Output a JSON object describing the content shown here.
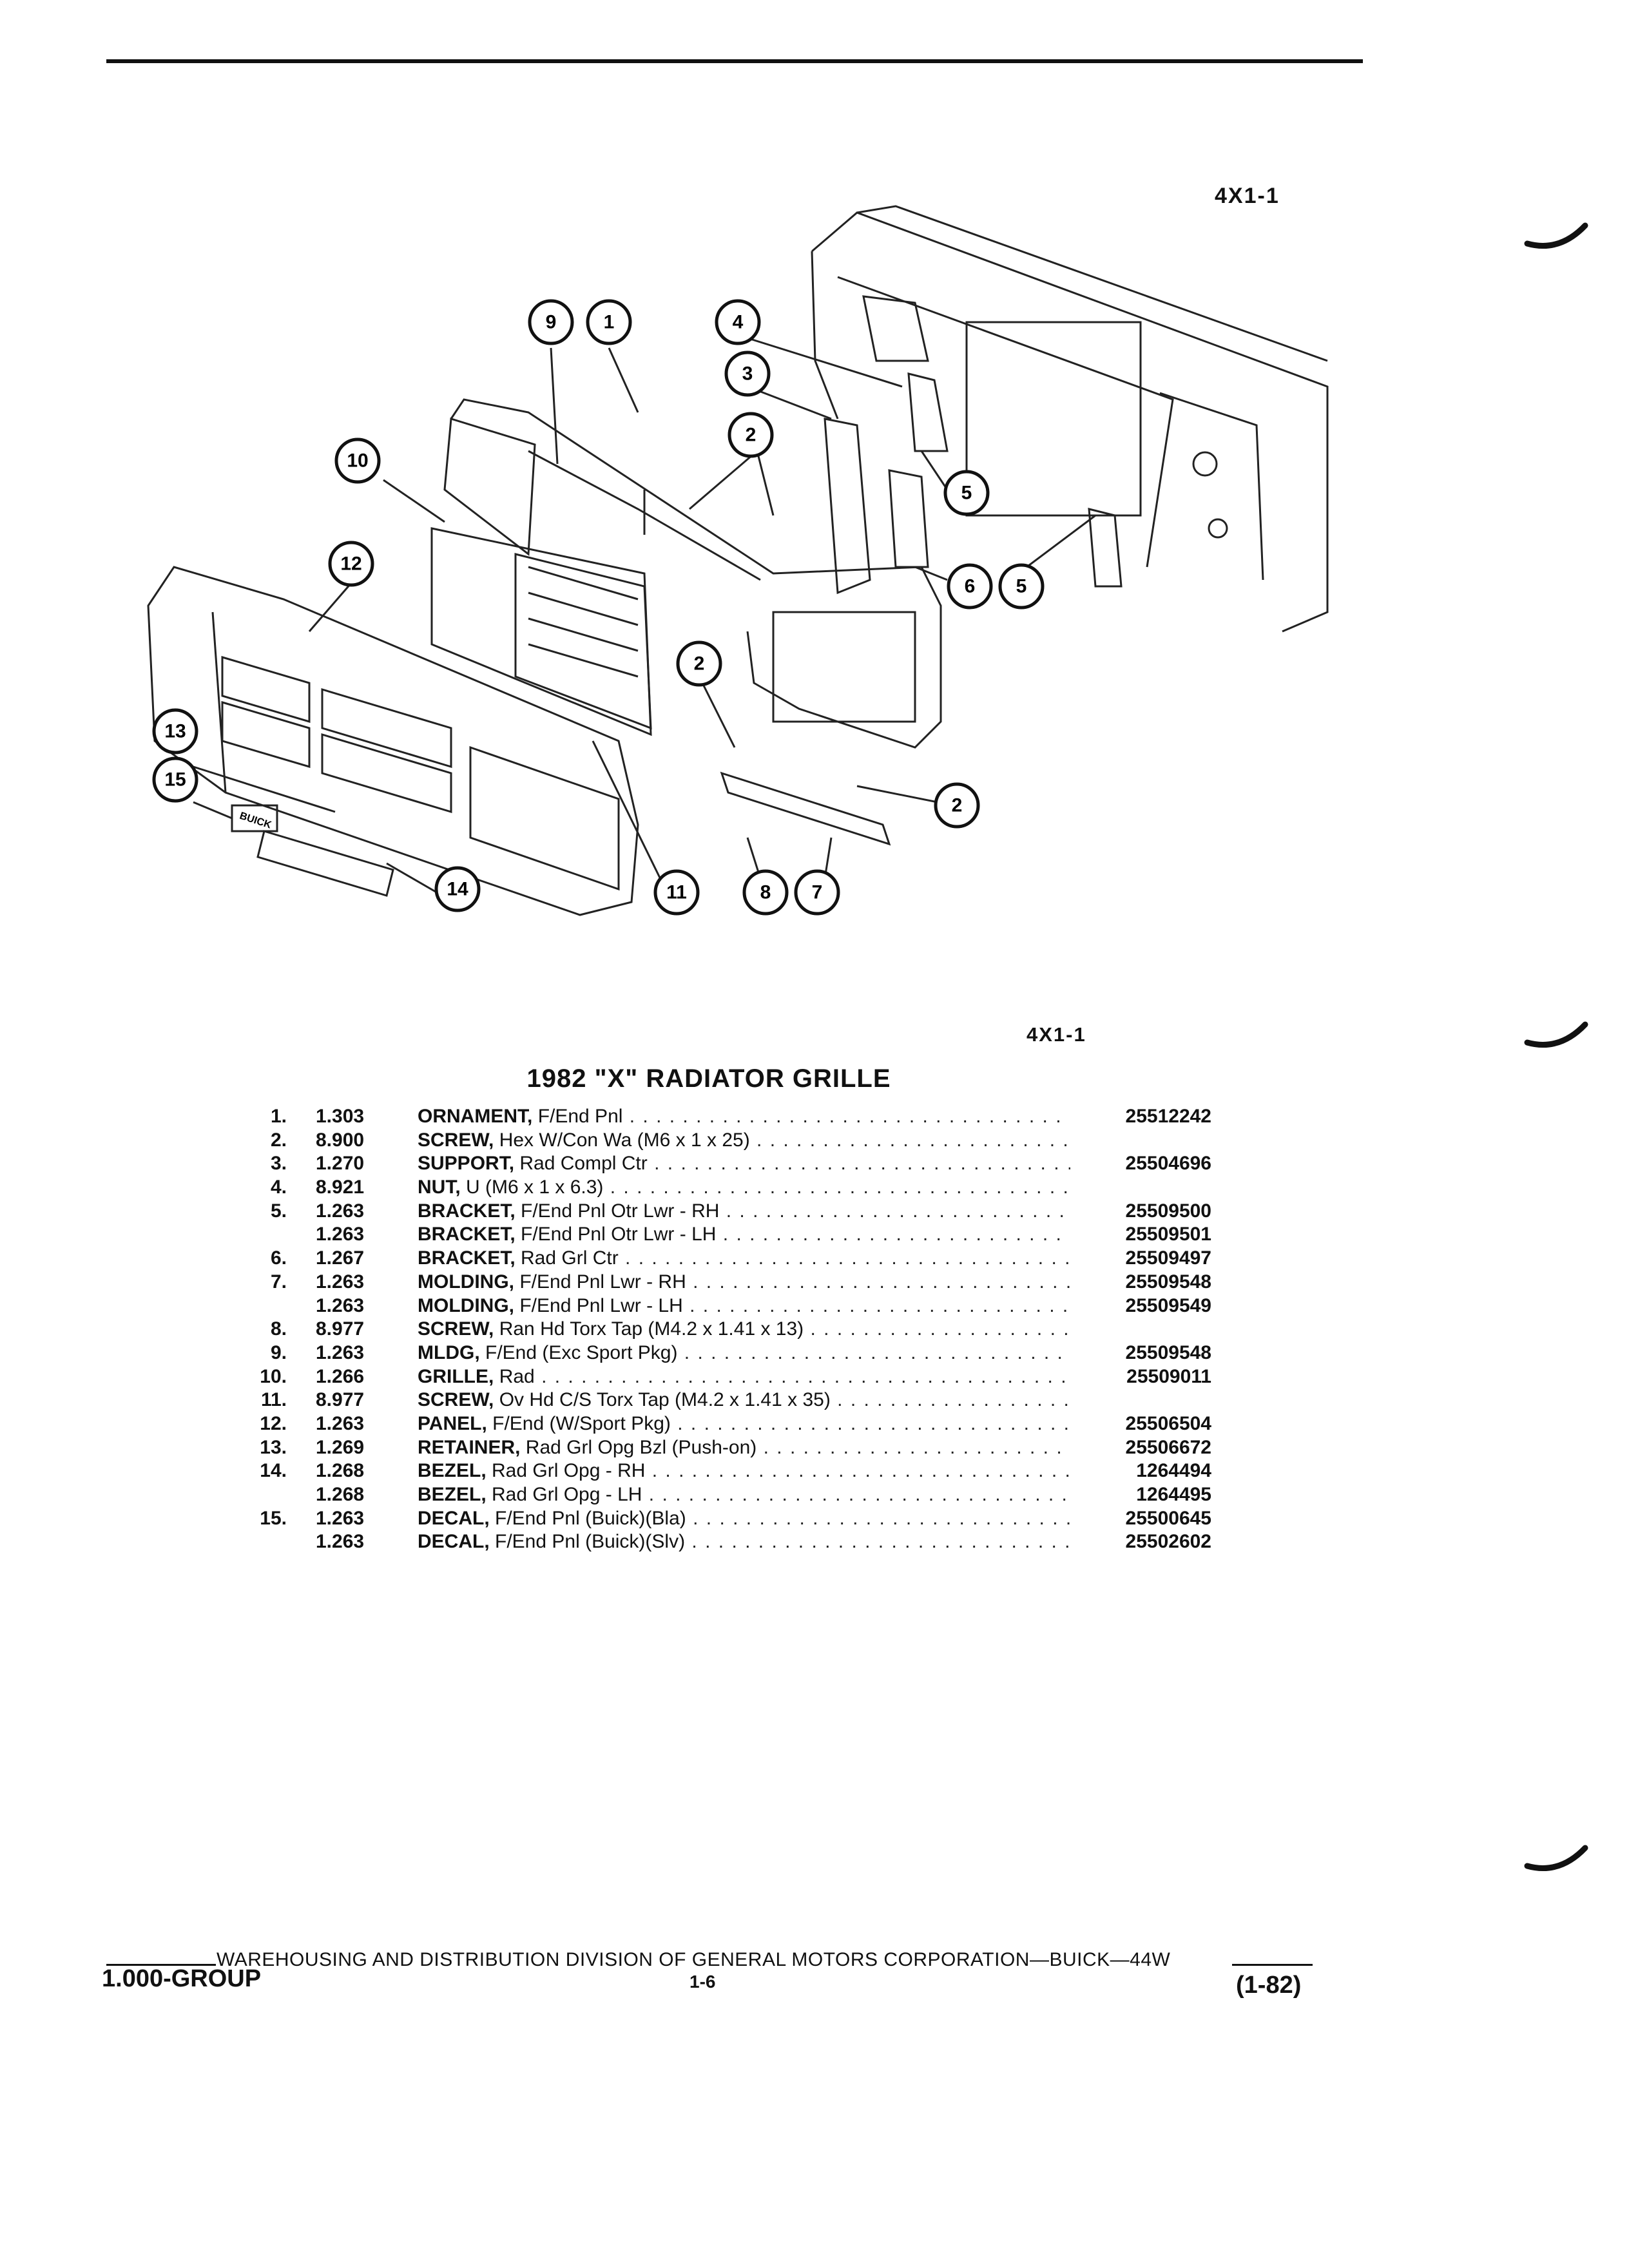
{
  "figure_ref_top": "4X1-1",
  "figure_ref_bottom": "4X1-1",
  "title": "1982 \"X\" RADIATOR GRILLE",
  "callouts": [
    "9",
    "1",
    "10",
    "12",
    "4",
    "3",
    "2",
    "5",
    "6",
    "13",
    "15",
    "14",
    "11",
    "8",
    "7"
  ],
  "emblem_text": "BUICK",
  "parts": [
    {
      "no": "1.",
      "group": "1.303",
      "name": "ORNAMENT,",
      "desc": "F/End Pnl",
      "part": "25512242"
    },
    {
      "no": "2.",
      "group": "8.900",
      "name": "SCREW,",
      "desc": "Hex W/Con Wa (M6 x 1 x 25)",
      "part": ""
    },
    {
      "no": "3.",
      "group": "1.270",
      "name": "SUPPORT,",
      "desc": "Rad Compl Ctr",
      "part": "25504696"
    },
    {
      "no": "4.",
      "group": "8.921",
      "name": "NUT,",
      "desc": "U (M6 x 1 x 6.3)",
      "part": ""
    },
    {
      "no": "5.",
      "group": "1.263",
      "name": "BRACKET,",
      "desc": "F/End Pnl Otr Lwr - RH",
      "part": "25509500"
    },
    {
      "no": "",
      "group": "1.263",
      "name": "BRACKET,",
      "desc": "F/End Pnl Otr Lwr - LH",
      "part": "25509501"
    },
    {
      "no": "6.",
      "group": "1.267",
      "name": "BRACKET,",
      "desc": "Rad Grl Ctr",
      "part": "25509497"
    },
    {
      "no": "7.",
      "group": "1.263",
      "name": "MOLDING,",
      "desc": "F/End Pnl Lwr - RH",
      "part": "25509548"
    },
    {
      "no": "",
      "group": "1.263",
      "name": "MOLDING,",
      "desc": "F/End Pnl Lwr - LH",
      "part": "25509549"
    },
    {
      "no": "8.",
      "group": "8.977",
      "name": "SCREW,",
      "desc": "Ran Hd Torx Tap (M4.2 x 1.41 x 13)",
      "part": ""
    },
    {
      "no": "9.",
      "group": "1.263",
      "name": "MLDG,",
      "desc": "F/End (Exc Sport Pkg)",
      "part": "25509548"
    },
    {
      "no": "10.",
      "group": "1.266",
      "name": "GRILLE,",
      "desc": "Rad",
      "part": "25509011"
    },
    {
      "no": "11.",
      "group": "8.977",
      "name": "SCREW,",
      "desc": "Ov Hd C/S Torx Tap (M4.2 x 1.41 x 35)",
      "part": ""
    },
    {
      "no": "12.",
      "group": "1.263",
      "name": "PANEL,",
      "desc": "F/End (W/Sport Pkg)",
      "part": "25506504"
    },
    {
      "no": "13.",
      "group": "1.269",
      "name": "RETAINER,",
      "desc": "Rad Grl Opg Bzl (Push-on)",
      "part": "25506672"
    },
    {
      "no": "14.",
      "group": "1.268",
      "name": "BEZEL,",
      "desc": "Rad Grl Opg - RH",
      "part": "1264494"
    },
    {
      "no": "",
      "group": "1.268",
      "name": "BEZEL,",
      "desc": "Rad Grl Opg - LH",
      "part": "1264495"
    },
    {
      "no": "15.",
      "group": "1.263",
      "name": "DECAL,",
      "desc": "F/End Pnl (Buick)(Bla)",
      "part": "25500645"
    },
    {
      "no": "",
      "group": "1.263",
      "name": "DECAL,",
      "desc": "F/End Pnl (Buick)(Slv)",
      "part": "25502602"
    }
  ],
  "footer": {
    "line": "WAREHOUSING AND DISTRIBUTION  DIVISION OF GENERAL MOTORS CORPORATION—BUICK—44W",
    "group": "1.000-GROUP",
    "page": "1-6",
    "date": "(1-82)"
  }
}
